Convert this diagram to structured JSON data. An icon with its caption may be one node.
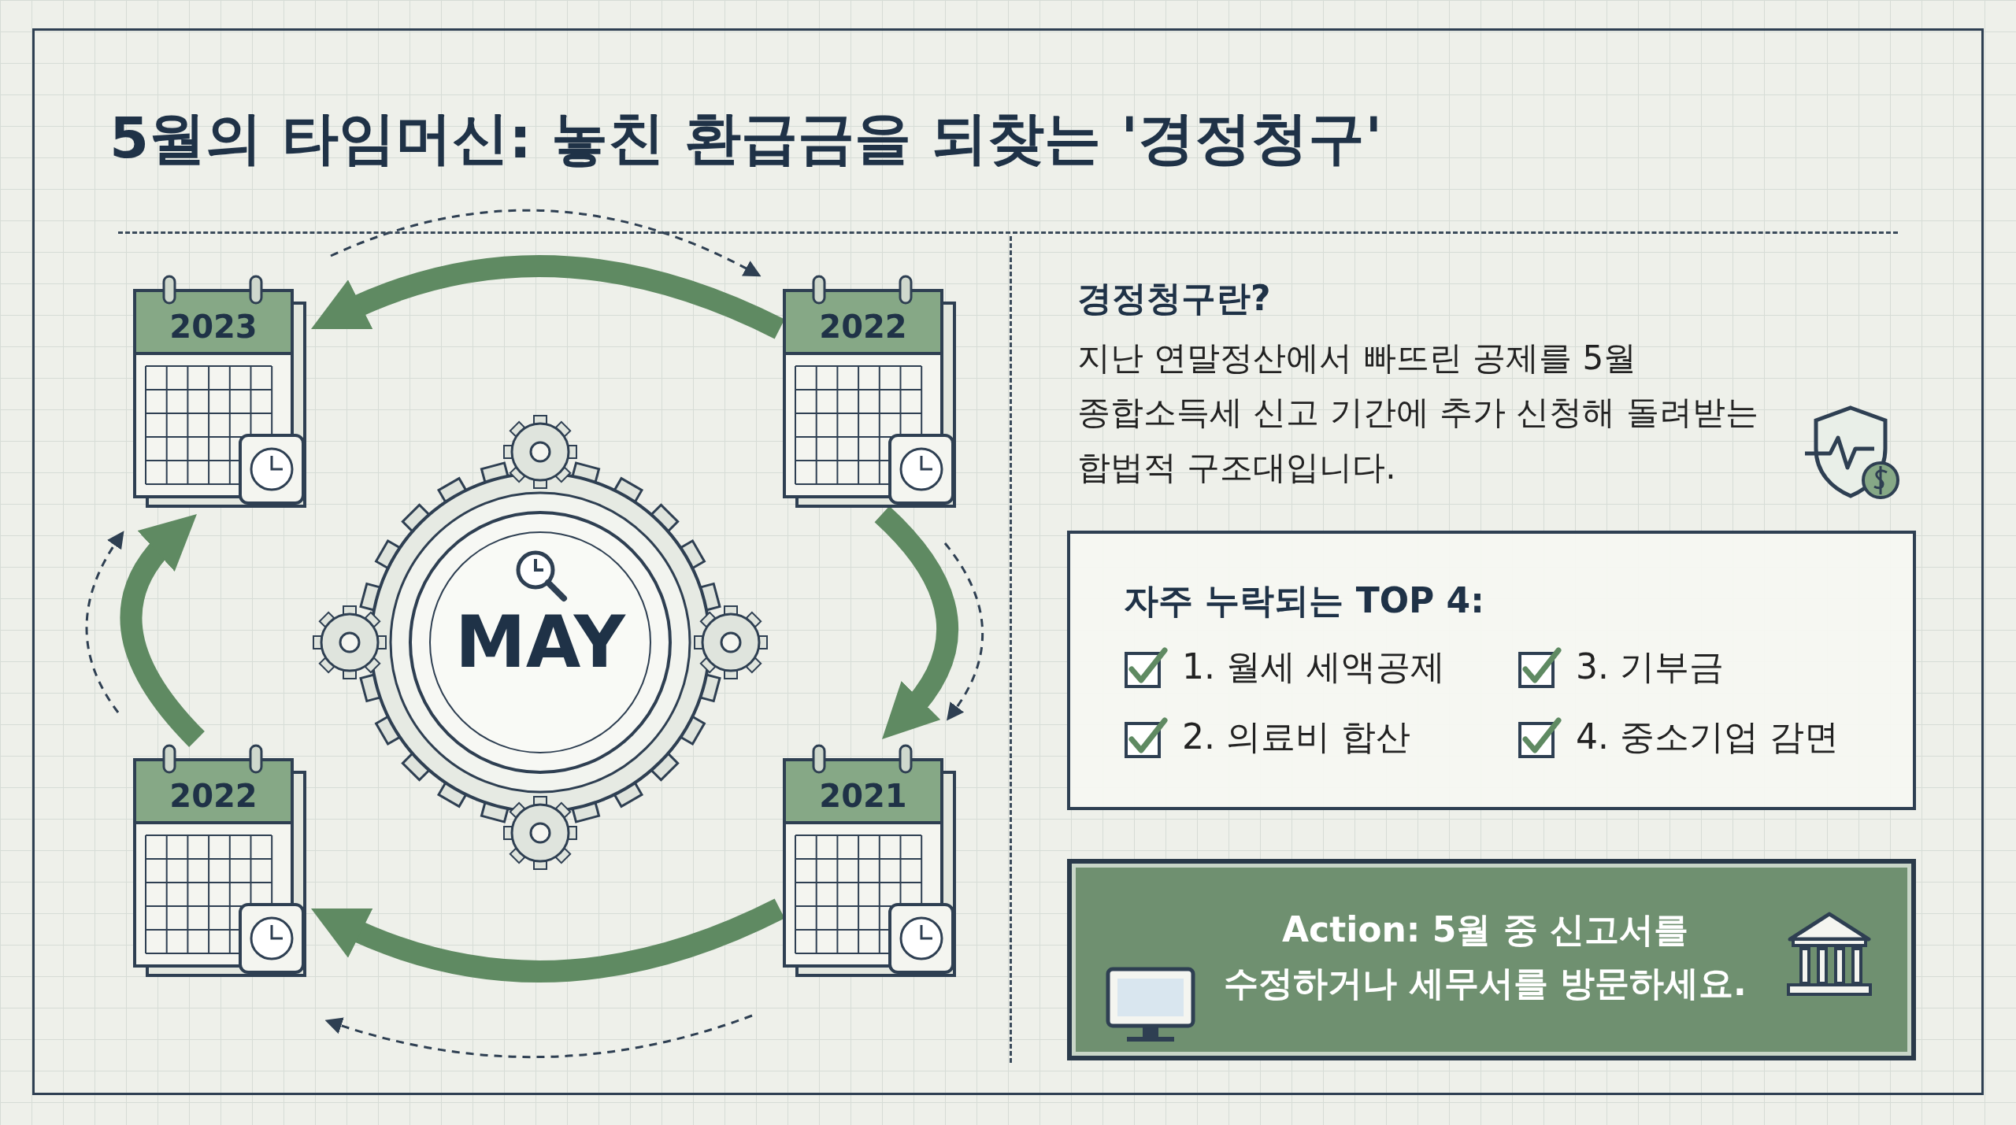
{
  "diagram": {
    "title": "5월의 타임머신: 놓친 환급금을 되찾는 '경정청구'",
    "nodes": [
      {
        "text": [
          "2023"
        ]
      },
      {
        "text": [
          "2022"
        ]
      },
      {
        "text": [
          "MAY"
        ]
      },
      {
        "text": [
          "2022"
        ]
      },
      {
        "text": [
          "2021"
        ]
      },
      {
        "text": [
          "자주 누락되는 TOP 4:",
          "1. 월세 세액공제",
          "3. 기부금",
          "2. 의료비 합산",
          "4. 중소기업 감면"
        ]
      },
      {
        "text": [
          "Action: 5월 중 신고서를 수정하거나 세무서를 방문하세요."
        ]
      }
    ],
    "edges": [
      {
        "from": 1,
        "to": 0,
        "arrow": "to"
      },
      {
        "from": 3,
        "to": 0,
        "arrow": "to"
      },
      {
        "from": 1,
        "to": 4,
        "arrow": "to"
      },
      {
        "from": 4,
        "to": 3,
        "arrow": "to"
      }
    ],
    "labels": [
      "경정청구란?",
      "지난 연말정산에서 빠뜨린 공제를 5월 종합소득세 신고 기간에 추가 신청해 돌려받는 합법적 구조대입니다."
    ]
  }
}
